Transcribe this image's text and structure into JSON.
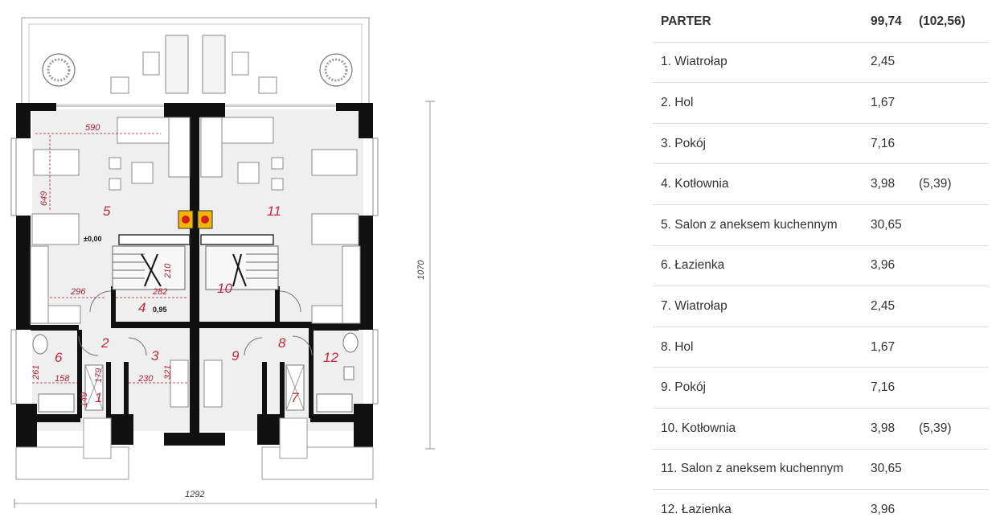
{
  "plan": {
    "dimensions": {
      "total_width": "1292",
      "total_height": "1070",
      "d590": "590",
      "d649": "649",
      "d296": "296",
      "d282": "282",
      "d210": "210",
      "d095": "0,95",
      "d261": "261",
      "d158": "158",
      "d179": "179",
      "d149": "149",
      "d230": "230",
      "d321": "321"
    },
    "level_mark": "±0,00",
    "room_labels": [
      "1",
      "2",
      "3",
      "4",
      "5",
      "6",
      "7",
      "8",
      "9",
      "10",
      "11",
      "12"
    ]
  },
  "table": {
    "header": {
      "name": "PARTER",
      "area": "99,74",
      "extra": "(102,56)"
    },
    "rows": [
      {
        "name": "1. Wiatrołap",
        "area": "2,45",
        "extra": ""
      },
      {
        "name": "2. Hol",
        "area": "1,67",
        "extra": ""
      },
      {
        "name": "3. Pokój",
        "area": "7,16",
        "extra": ""
      },
      {
        "name": "4. Kotłownia",
        "area": "3,98",
        "extra": "(5,39)"
      },
      {
        "name": "5. Salon z aneksem kuchennym",
        "area": "30,65",
        "extra": ""
      },
      {
        "name": "6. Łazienka",
        "area": "3,96",
        "extra": ""
      },
      {
        "name": "7. Wiatrołap",
        "area": "2,45",
        "extra": ""
      },
      {
        "name": "8. Hol",
        "area": "1,67",
        "extra": ""
      },
      {
        "name": "9. Pokój",
        "area": "7,16",
        "extra": ""
      },
      {
        "name": "10. Kotłownia",
        "area": "3,98",
        "extra": "(5,39)"
      },
      {
        "name": "11. Salon z aneksem kuchennym",
        "area": "30,65",
        "extra": ""
      },
      {
        "name": "12. Łazienka",
        "area": "3,96",
        "extra": ""
      }
    ]
  }
}
